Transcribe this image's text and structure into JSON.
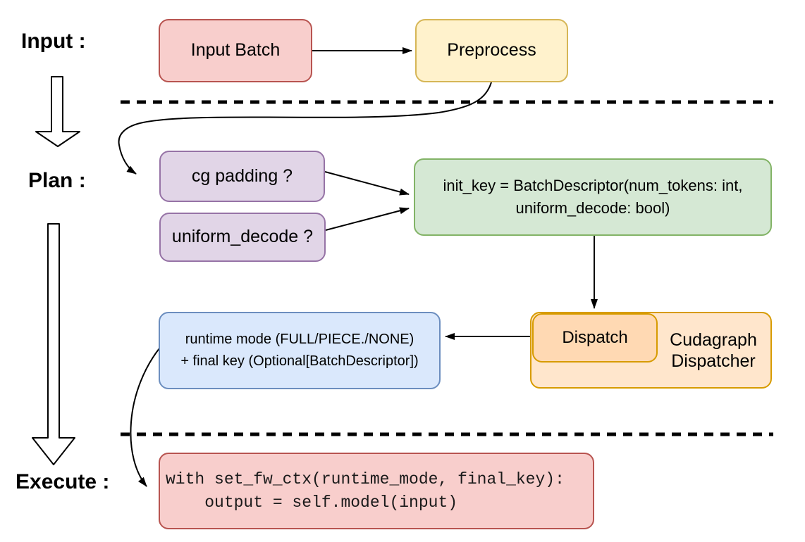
{
  "diagram": {
    "stages": {
      "input": "Input :",
      "plan": "Plan :",
      "execute": "Execute :"
    },
    "nodes": {
      "input_batch": {
        "label": "Input Batch",
        "fill": "#f8cecc",
        "border": "#b85450"
      },
      "preprocess": {
        "label": "Preprocess",
        "fill": "#fff2cc",
        "border": "#d6b656"
      },
      "cg_padding": {
        "label": "cg padding ?",
        "fill": "#e1d5e7",
        "border": "#9673a6"
      },
      "uniform_decode": {
        "label": "uniform_decode ?",
        "fill": "#e1d5e7",
        "border": "#9673a6"
      },
      "init_key": {
        "line1": "init_key = BatchDescriptor(num_tokens: int,",
        "line2": "uniform_decode: bool)",
        "fill": "#d5e8d4",
        "border": "#82b366"
      },
      "dispatch": {
        "label": "Dispatch",
        "fill": "#ffd9b3",
        "border": "#d79b00"
      },
      "cudagraph_dispatcher": {
        "line1": "Cudagraph",
        "line2": "Dispatcher",
        "fill": "#ffe6cc",
        "border": "#d79b00"
      },
      "runtime_mode": {
        "line1": "runtime mode (FULL/PIECE./NONE)",
        "line2": "+ final key (Optional[BatchDescriptor])",
        "fill": "#dae8fc",
        "border": "#6c8ebf"
      },
      "execute_code": {
        "line1": "with set_fw_ctx(runtime_mode, final_key):",
        "line2": "    output = self.model(input)",
        "fill": "#f8cecc",
        "border": "#b85450"
      }
    },
    "connector_color": "#000000",
    "separator_color": "#000000"
  }
}
